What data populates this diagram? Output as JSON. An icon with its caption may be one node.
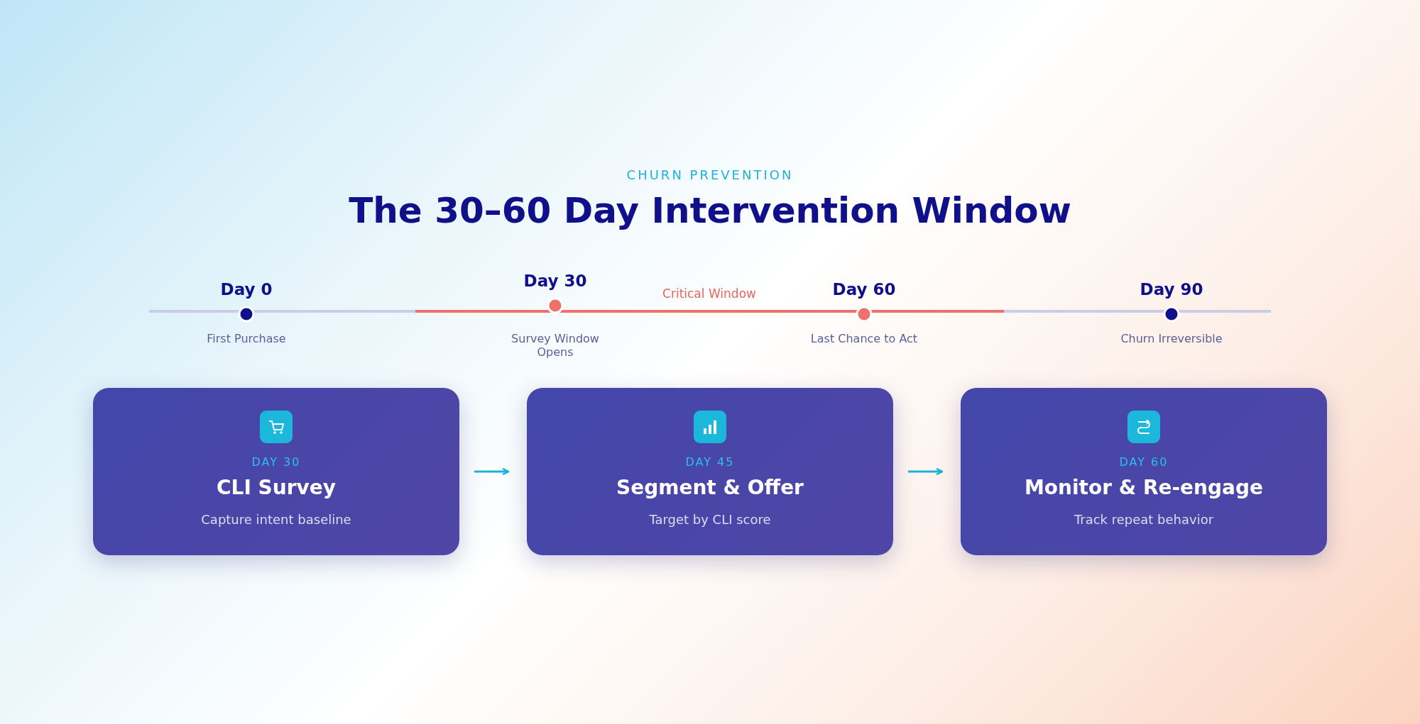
{
  "diagram": {
    "title": "The 30–60 Day Intervention Window",
    "nodes": [
      {
        "text": [
          "DAY 30",
          "CLI Survey",
          "Capture intent baseline"
        ]
      },
      {
        "text": [
          "DAY 45",
          "Segment & Offer",
          "Target by CLI score"
        ]
      },
      {
        "text": [
          "DAY 60",
          "Monitor & Re-engage",
          "Track repeat behavior"
        ]
      }
    ],
    "edges": [
      {
        "from": 0,
        "to": 1,
        "arrow": "to"
      },
      {
        "from": 1,
        "to": 2,
        "arrow": "to"
      }
    ],
    "labels": [
      "CHURN PREVENTION",
      "Day 0",
      "First Purchase",
      "Day 30",
      "Survey Window Opens",
      "Critical Window",
      "Day 60",
      "Last Chance to Act",
      "Day 90",
      "Churn Irreversible"
    ]
  }
}
